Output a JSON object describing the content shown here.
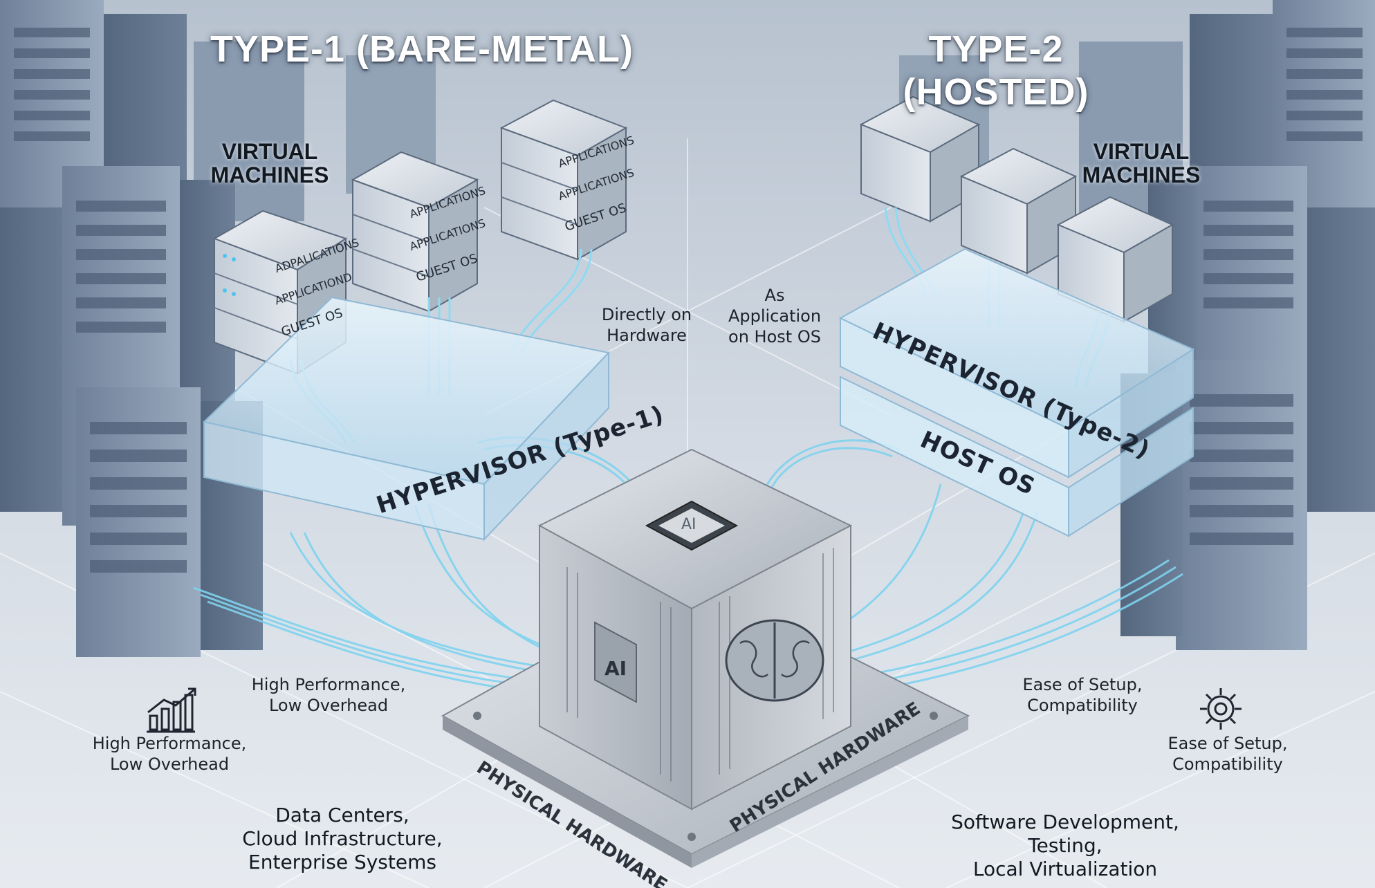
{
  "titles": {
    "type1": "TYPE-1 (BARE-METAL)",
    "type2": "TYPE-2 (HOSTED)"
  },
  "type1": {
    "vm_label": "VIRTUAL\nMACHINES",
    "hypervisor": "HYPERVISOR (Type-1)",
    "placement_note": "Directly on\nHardware",
    "benefit_near": "High Performance,\nLow Overhead",
    "benefit_icon_caption": "High Performance,\nLow Overhead",
    "use_cases": "Data Centers,\nCloud Infrastructure,\nEnterprise Systems",
    "vm_stacks": [
      {
        "layers": [
          "ADPALICATIONS",
          "APPLICATIOND",
          "GUEST OS"
        ]
      },
      {
        "layers": [
          "APPLICATIONS",
          "APPLICATIONS",
          "GUEST OS"
        ]
      },
      {
        "layers": [
          "APPLICATIONS",
          "APPLICATIONS",
          "GUEST OS"
        ]
      }
    ]
  },
  "type2": {
    "vm_label": "VIRTUAL\nMACHINES",
    "hypervisor": "HYPERVISOR (Type-2)",
    "host_os": "HOST OS",
    "placement_note": "As\nApplication\non Host OS",
    "benefit_near": "Ease of Setup,\nCompatibility",
    "benefit_icon_caption": "Ease of Setup,\nCompatibility",
    "use_cases": "Software Development,\nTesting,\nLocal Virtualization"
  },
  "hardware": {
    "chip_label": "AI",
    "cube_label": "AI",
    "base_label_left": "PHYSICAL HARDWARE",
    "base_label_right": "PHYSICAL HARDWARE"
  },
  "icons": {
    "performance": "bar-chart-trend-icon",
    "setup": "gear-icon",
    "brain": "brain-icon"
  },
  "colors": {
    "background": "#c9d2dd",
    "rack": "#7d8fa5",
    "glass": "#cfe6f5",
    "cable": "#7fd3ef",
    "metal": "#b9bfc7"
  }
}
